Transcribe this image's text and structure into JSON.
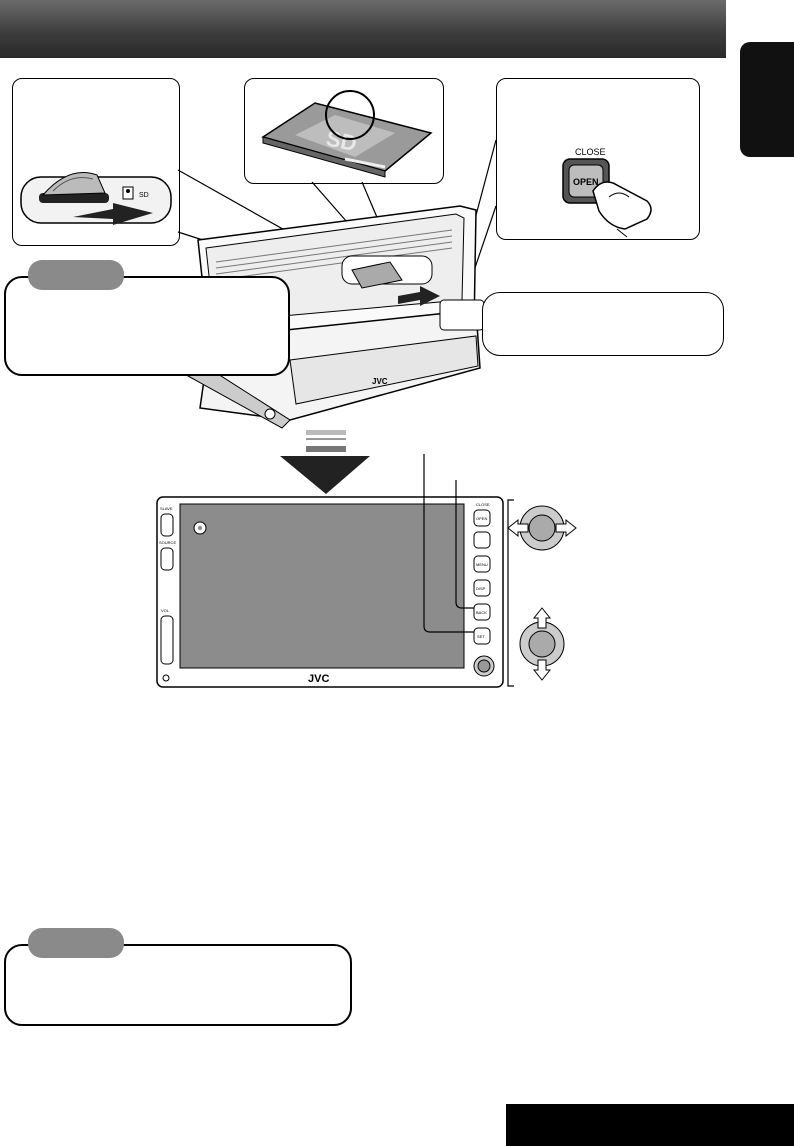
{
  "header": {
    "title": ""
  },
  "lang_tab": {
    "label": ""
  },
  "illustrations": {
    "card_slot": {
      "card_label": "SD"
    },
    "open_button": {
      "close_label": "CLOSE",
      "open_label": "OPEN"
    },
    "head_unit": {
      "brand": "JVC",
      "left_buttons": [
        "SLAVE",
        "SOURCE",
        "VOL"
      ],
      "right_buttons": [
        "CLOSE",
        "OPEN",
        "",
        "MENU",
        "DISP",
        "BACK",
        "SET"
      ]
    }
  },
  "notes": {
    "note1_tag": "",
    "note2_tag": ""
  },
  "footer": {
    "page_number": ""
  },
  "colors": {
    "header_dark": "#2a2a2a",
    "note_tag": "#8a8a8a",
    "screen": "#8c8c8c"
  }
}
